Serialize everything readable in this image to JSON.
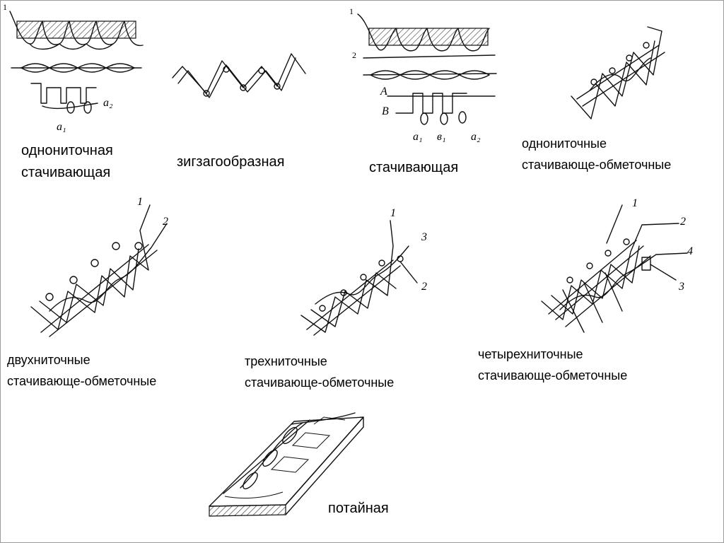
{
  "captions": {
    "single_thread": [
      "однониточная",
      "стачивающая"
    ],
    "zigzag": [
      "зигзагообразная"
    ],
    "seaming": [
      "стачивающая"
    ],
    "single_overlock": [
      "однониточные",
      "стачивающе-обметочные"
    ],
    "two_thread": [
      "двухниточные",
      "стачивающе-обметочные"
    ],
    "three_thread": [
      "трехниточные",
      "стачивающе-обметочные"
    ],
    "four_thread": [
      "четырехниточные",
      "стачивающе-обметочные"
    ],
    "blind": [
      "потайная"
    ]
  },
  "labels": {
    "one": "1",
    "two": "2",
    "three": "3",
    "four": "4",
    "a1": "a₁",
    "a2": "a₂",
    "b1": "в₁",
    "A": "A",
    "B": "B"
  }
}
